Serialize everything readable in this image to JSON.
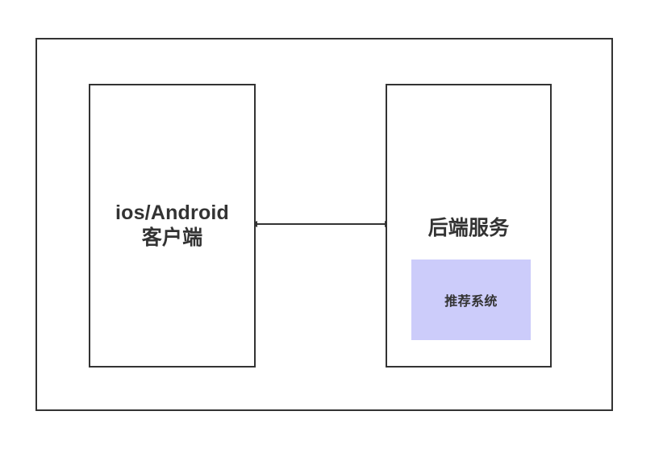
{
  "diagram": {
    "type": "architecture-block-diagram",
    "background_color": "#ffffff",
    "stroke_color": "#333333",
    "accent_color": "#ccccfa",
    "frame": {
      "name": "system-boundary"
    },
    "nodes": [
      {
        "id": "client",
        "label_latin": "ios/Android",
        "label_cjk": "客户端",
        "fill": "#ffffff",
        "border": "#333333"
      },
      {
        "id": "backend",
        "label": "后端服务",
        "fill": "#ffffff",
        "border": "#333333",
        "children": [
          {
            "id": "recommender",
            "label": "推荐系统",
            "fill": "#ccccfa"
          }
        ]
      }
    ],
    "connectors": [
      {
        "id": "client-backend-link",
        "from": "client",
        "to": "backend",
        "direction": "bidirectional",
        "style": "solid",
        "label": ""
      }
    ]
  }
}
